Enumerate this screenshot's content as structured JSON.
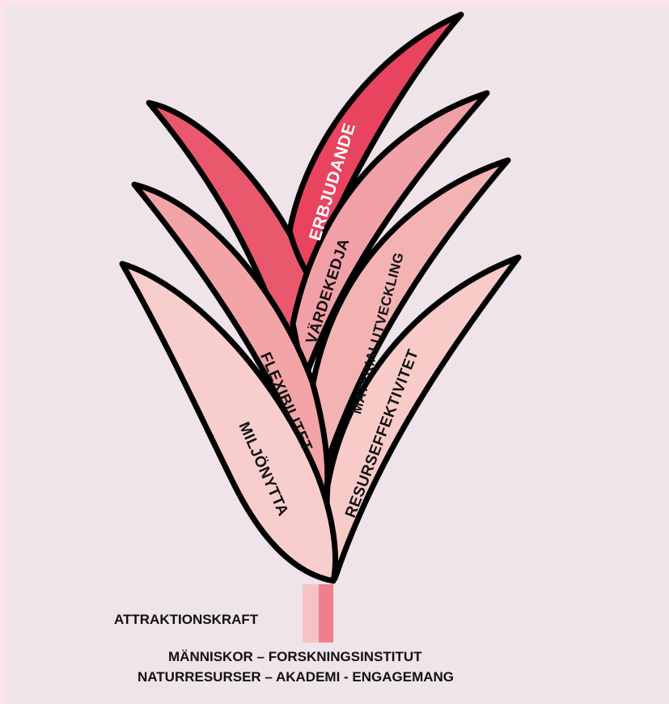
{
  "diagram": {
    "leaves": [
      {
        "id": "erbjudande",
        "label": "ERBJUDANDE",
        "color": "#e8435f",
        "text_color": "#ffffff"
      },
      {
        "id": "vardekedja",
        "label": "VÄRDEKEDJA",
        "color": "#f0a0a6",
        "text_color": "#111111"
      },
      {
        "id": "materialutveckling",
        "label": "MATERIALUTVECKLING",
        "color": "#f4b3b3",
        "text_color": "#111111"
      },
      {
        "id": "resurseffektivitet",
        "label": "RESURSEFFEKTIVITET",
        "color": "#f8cbc8",
        "text_color": "#111111"
      },
      {
        "id": "flexibilitet",
        "label": "FLEXIBILITET",
        "color": "#f2a4a6",
        "text_color": "#111111"
      },
      {
        "id": "miljonytta",
        "label": "MILJÖNYTTA",
        "color": "#f8cecc",
        "text_color": "#111111"
      }
    ],
    "stem_label": "ATTRAKTIONSKRAFT",
    "roots_line1": "MÄNNISKOR – FORSKNINGSINSTITUT",
    "roots_line2": "NATURRESURSER – AKADEMI - ENGAGEMANG"
  },
  "colors": {
    "background": "#efe4ea",
    "border": "#fbe3ea",
    "left_leaf_back": "#e9586c",
    "stem_light": "#f6c3c4",
    "stem_dark": "#ef7f8c"
  }
}
